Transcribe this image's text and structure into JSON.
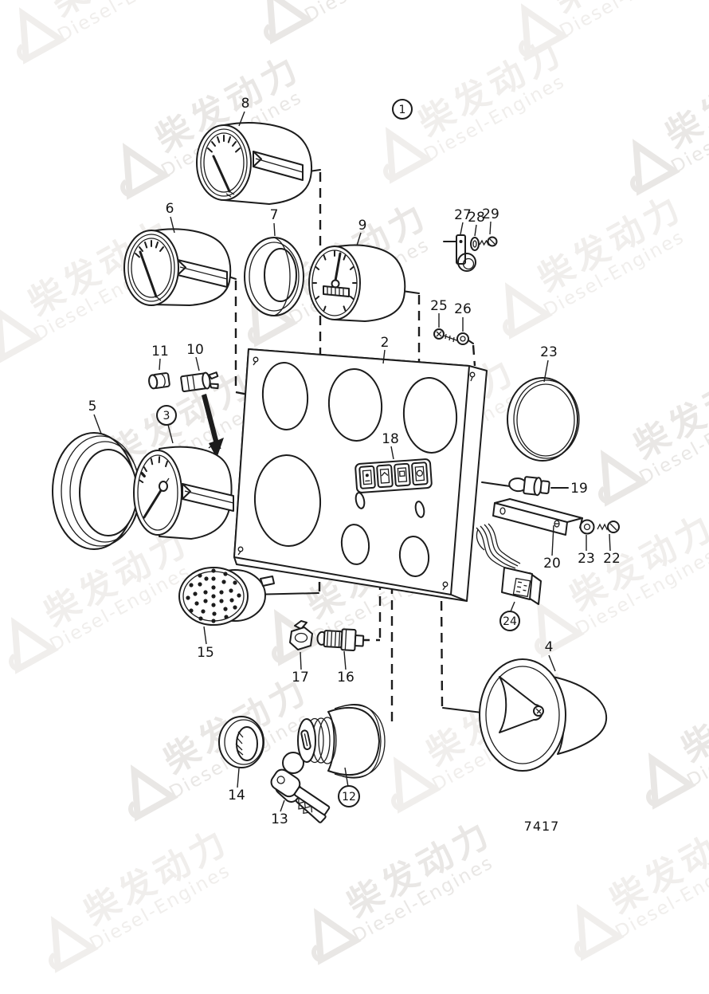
{
  "page": {
    "background": "#ffffff",
    "figure_code": "7417"
  },
  "watermark": {
    "cn": "柴发动力",
    "en": "Diesel-Engines",
    "color_light": "#f0eeec",
    "color_mid": "#e9e7e5"
  },
  "drawing": {
    "line_color": "#1c1c1c",
    "labels": {
      "n1": "1",
      "n2": "2",
      "n3": "3",
      "n4": "4",
      "n5": "5",
      "n6": "6",
      "n7": "7",
      "n8": "8",
      "n9": "9",
      "n10": "10",
      "n11": "11",
      "n12": "12",
      "n13": "13",
      "n14": "14",
      "n15": "15",
      "n16": "16",
      "n17": "17",
      "n18": "18",
      "n19": "19",
      "n20": "20",
      "n22": "22",
      "n23_ring": "23",
      "n23_washer": "23",
      "n24": "24",
      "n25": "25",
      "n26": "26",
      "n27": "27",
      "n28": "28",
      "n29": "29"
    }
  }
}
